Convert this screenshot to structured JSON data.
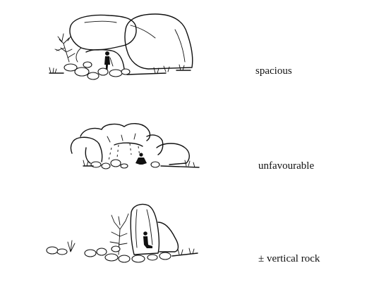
{
  "figure": {
    "panels": [
      {
        "id": "spacious",
        "caption": "spacious",
        "icon": "boulder-rock-shelter"
      },
      {
        "id": "unfavourable",
        "caption": "unfavourable",
        "icon": "low-rock-overhang"
      },
      {
        "id": "vertical",
        "caption": "± vertical rock",
        "icon": "vertical-rock-slab"
      }
    ]
  },
  "colors": {
    "ink": "#111111",
    "background": "#ffffff"
  }
}
